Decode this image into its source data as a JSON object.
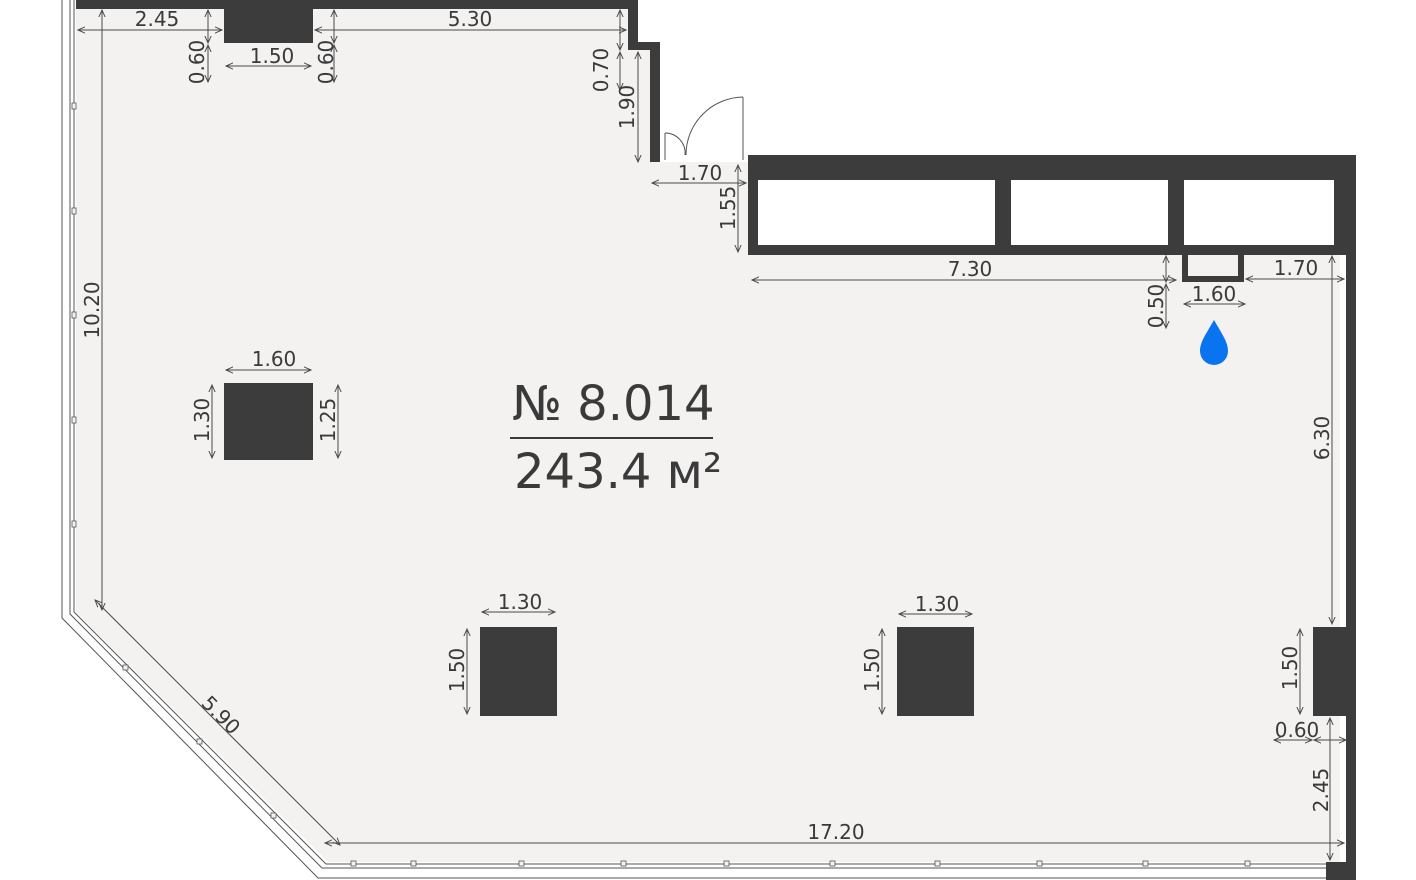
{
  "unit": {
    "number": "№ 8.014",
    "area": "243.4 м²"
  },
  "colors": {
    "floor": "#f3f2f1",
    "wall": "#3c3c3c",
    "water_icon": "#0a74f0"
  },
  "icons": {
    "water": "water-drop-icon"
  },
  "dimensions": {
    "top_left_wall": "2.45",
    "top_column_width": "1.50",
    "top_column_depth_left": "0.60",
    "top_column_depth_right": "0.60",
    "top_right_wall": "5.30",
    "step_offset": "0.70",
    "entrance_wall": "1.90",
    "door_width": "1.70",
    "corridor_offset": "1.55",
    "corridor_wall": "7.30",
    "niche_depth": "0.50",
    "niche_width": "1.60",
    "right_upper_wall": "1.70",
    "right_wall": "6.30",
    "right_column_height": "1.50",
    "right_column_depth": "0.60",
    "right_lower_wall": "2.45",
    "bottom_wall": "17.20",
    "diagonal_wall": "5.90",
    "left_wall": "10.20",
    "col_a_width": "1.60",
    "col_a_height_left": "1.30",
    "col_a_height_right": "1.25",
    "col_b_width": "1.30",
    "col_b_height": "1.50",
    "col_c_width": "1.30",
    "col_c_height": "1.50"
  }
}
